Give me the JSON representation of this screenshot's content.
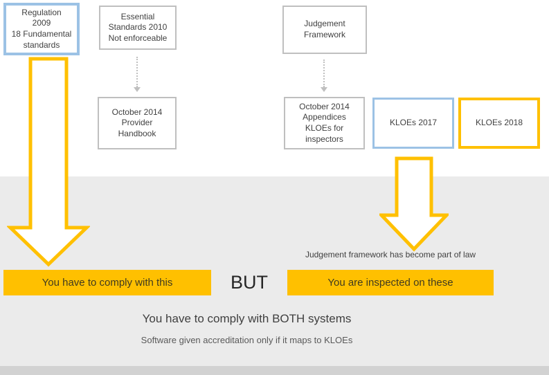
{
  "boxes": {
    "regulation": {
      "text": "Regulation\n2009\n18 Fundamental\nstandards"
    },
    "essential": {
      "text": "Essential\nStandards 2010\nNot enforceable"
    },
    "judgement": {
      "text": "Judgement\nFramework"
    },
    "handbook": {
      "text": "October 2014\nProvider\nHandbook"
    },
    "appendices": {
      "text": "October 2014\nAppendices\nKLOEs for\ninspectors"
    },
    "kloes2017": {
      "text": "KLOEs 2017"
    },
    "kloes2018": {
      "text": "KLOEs 2018"
    }
  },
  "labels": {
    "law_note": "Judgement framework has become part of law",
    "comply_bar": "You have to comply with this",
    "but": "BUT",
    "inspected_bar": "You are inspected on these",
    "both_systems": "You have to comply with BOTH systems",
    "software_note": "Software given accreditation only if it maps to KLOEs"
  },
  "colors": {
    "accent_gold": "#FFC000",
    "accent_blue": "#9CC2E5",
    "border_gray": "#BFBFBF",
    "background_gray": "#EBEBEB",
    "text_dark": "#404040"
  }
}
